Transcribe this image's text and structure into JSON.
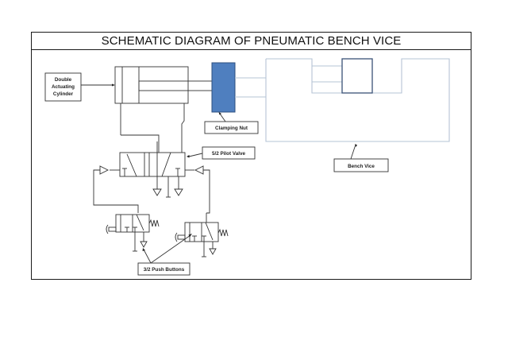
{
  "title": "SCHEMATIC DIAGRAM OF PNEUMATIC BENCH VICE",
  "labels": {
    "cylinder": [
      "Double",
      "Actuating",
      "Cylinder"
    ],
    "clamping_nut": "Clamping Nut",
    "pilot_valve": "5/2 Pilot Valve",
    "bench_vice": "Bench Vice",
    "push_buttons": "3/2 Push Buttons"
  },
  "colors": {
    "line": "#333333",
    "clamping_nut_fill": "#4f7fbf",
    "clamping_nut_stroke": "#2e4f7f",
    "vice_stroke": "#b6c4d6",
    "jaw_stroke": "#3a5277"
  }
}
